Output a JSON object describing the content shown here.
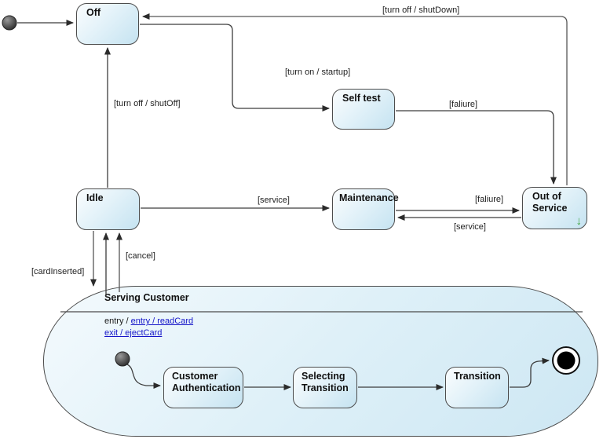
{
  "diagram": {
    "states": {
      "off": {
        "label": "Off"
      },
      "self_test": {
        "label": "Self test"
      },
      "idle": {
        "label": "Idle"
      },
      "maintenance": {
        "label": "Maintenance"
      },
      "out_of_service": {
        "label": "Out of Service"
      },
      "customer_authentication": {
        "label": "Customer Authentication"
      },
      "selecting_transition": {
        "label": "Selecting Transition"
      },
      "transition": {
        "label": "Transition"
      }
    },
    "composite": {
      "title": "Serving Customer",
      "entry_prefix": "entry / ",
      "entry_link": "entry / readCard",
      "exit_link": "exit / ejectCard"
    },
    "transitions": {
      "shutdown": "[turn off / shutDown]",
      "startup": "[turn on / startup]",
      "selftest_failure": "[faliure]",
      "shutoff": "[turn off / shutOff]",
      "idle_service": "[service]",
      "maint_failure": "[faliure]",
      "oos_service": "[service]",
      "card_inserted": "[cardInserted]",
      "cancel": "[cancel]"
    },
    "icons": {
      "decomposition_arrow": "↓"
    },
    "colors": {
      "state_border": "#4c4c4c",
      "state_fill_top": "#fbfdfe",
      "state_fill_bottom": "#c5e3f1",
      "edge": "#3c3c3c",
      "link_blue": "#1515c8",
      "decomposition_green": "#3fa33f"
    }
  }
}
